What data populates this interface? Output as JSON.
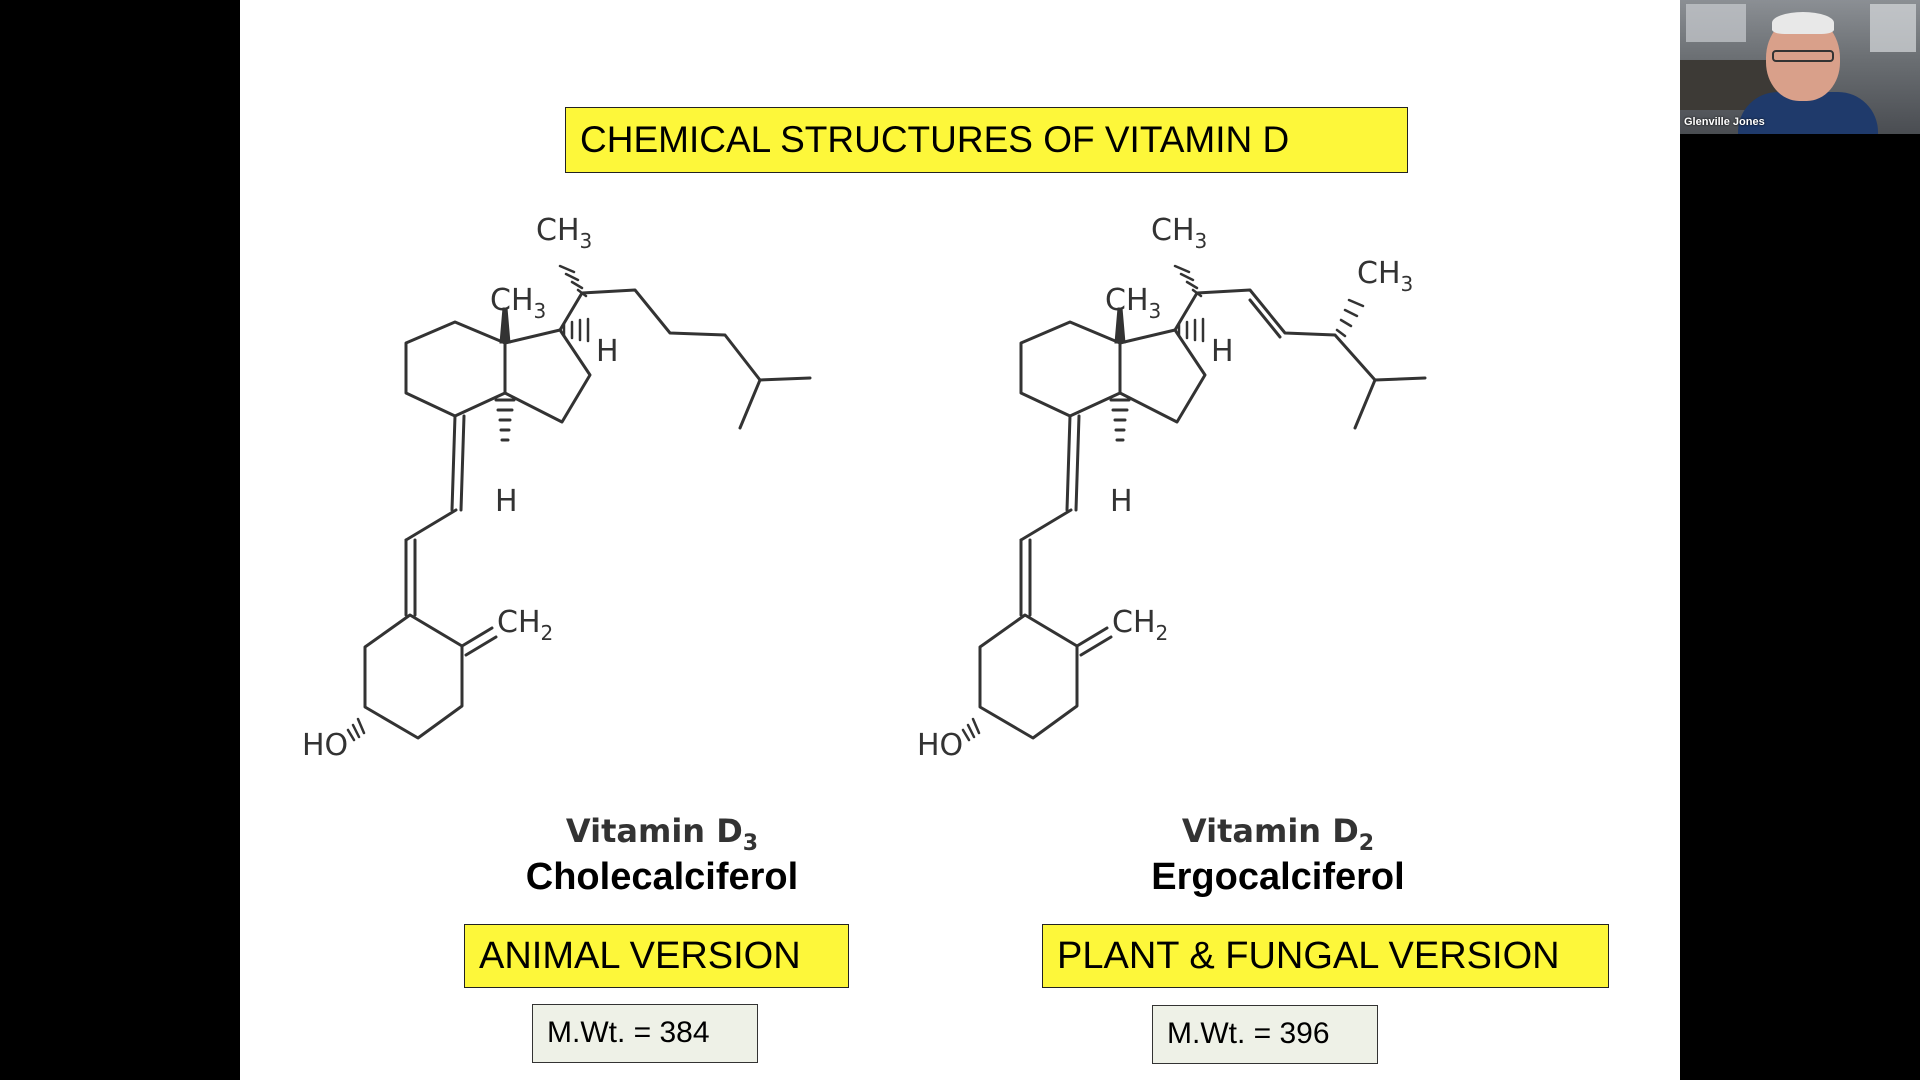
{
  "slide": {
    "title": "CHEMICAL STRUCTURES OF VITAMIN D",
    "left": {
      "vitamin_prefix": "Vitamin D",
      "vitamin_sub": "3",
      "common_name": "Cholecalciferol",
      "version": "ANIMAL VERSION",
      "mwt": "M.Wt. = 384",
      "atoms": {
        "ch3_top_main": "CH",
        "ch3_top_sub": "3",
        "ch3_ring_main": "CH",
        "ch3_ring_sub": "3",
        "h_right": "H",
        "h_bottom": "H",
        "ch2_main": "CH",
        "ch2_sub": "2",
        "ho": "HO"
      }
    },
    "right": {
      "vitamin_prefix": "Vitamin D",
      "vitamin_sub": "2",
      "common_name": "Ergocalciferol",
      "version": "PLANT & FUNGAL VERSION",
      "mwt": "M.Wt. = 396",
      "atoms": {
        "ch3_top_main": "CH",
        "ch3_top_sub": "3",
        "ch3_ring_main": "CH",
        "ch3_ring_sub": "3",
        "ch3_side_main": "CH",
        "ch3_side_sub": "3",
        "h_right": "H",
        "h_bottom": "H",
        "ch2_main": "CH",
        "ch2_sub": "2",
        "ho": "HO"
      }
    },
    "colors": {
      "highlight_yellow": "#fdf73a",
      "mwt_box_bg": "#eef1e7",
      "slide_bg": "#ffffff",
      "frame_bg": "#000000"
    }
  },
  "webcam": {
    "participant_name": "Glenville Jones"
  }
}
